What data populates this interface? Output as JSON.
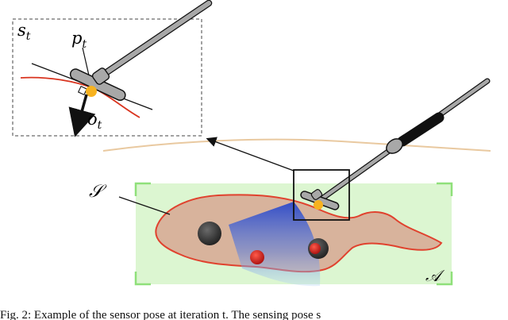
{
  "labels": {
    "inset_state": "s",
    "inset_state_sub": "t",
    "inset_point": "p",
    "inset_point_sub": "t",
    "inset_orientation": "o",
    "inset_orientation_sub": "t",
    "surface": "𝒮",
    "area": "𝒜"
  },
  "caption": "Fig. 2: Example of the sensor pose at iteration t. The sensing pose s",
  "colors": {
    "area_fill": "#d6f5c9",
    "area_corner": "#8fe07a",
    "organ_fill": "#d8b39c",
    "organ_edge": "#e0422e",
    "tool_gray": "#a8a8a8",
    "tool_black": "#111111",
    "contact_point": "#f7b21f",
    "sensing_cone": "#3a5fd6",
    "surface_curve": "#e9c9a0",
    "inset_curve": "#d9341f",
    "lesion_dark": "#3a3a3a",
    "lesion_red": "#d62020"
  }
}
